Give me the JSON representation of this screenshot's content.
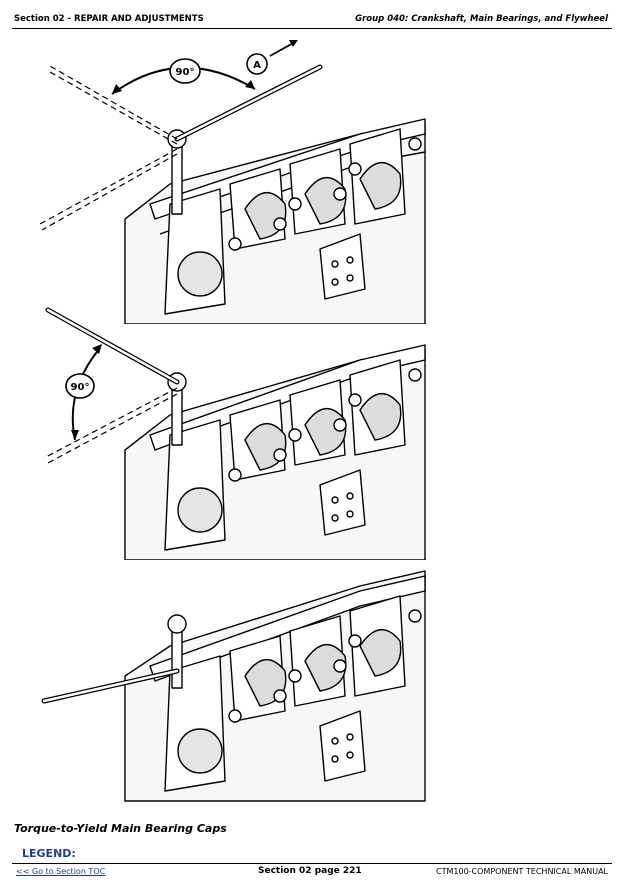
{
  "header": {
    "section": "Section 02 - REPAIR AND ADJUSTMENTS",
    "group": "Group 040: Crankshaft, Main Bearings, and Flywheel"
  },
  "figures": [
    {
      "angle_label": "90°",
      "direction_label": "A"
    },
    {
      "angle_label": "90°"
    },
    {}
  ],
  "caption": "Torque-to-Yield Main Bearing Caps",
  "legend_label": "LEGEND:",
  "footer": {
    "toc_link": "<< Go to Section TOC",
    "page": "Section 02 page 221",
    "manual": "CTM100-COMPONENT TECHNICAL MANUAL"
  }
}
